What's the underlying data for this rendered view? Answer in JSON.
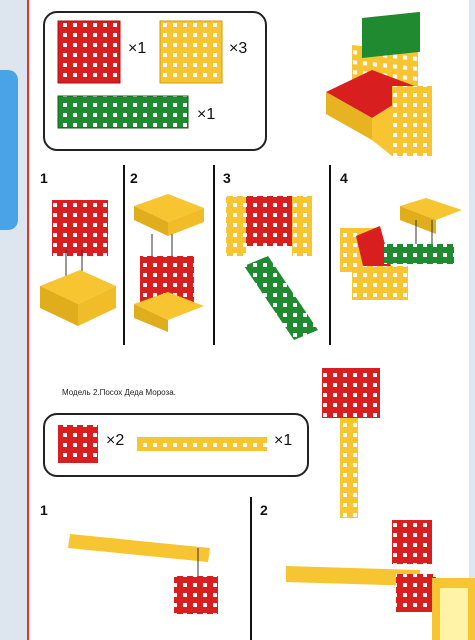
{
  "parts_list_1": {
    "red_qty": "×1",
    "yellow_qty": "×3",
    "green_qty": "×1"
  },
  "steps_1": [
    "1",
    "2",
    "3",
    "4"
  ],
  "model_2": {
    "caption": "Модель 2.Посох Деда Мороза."
  },
  "parts_list_2": {
    "red_qty": "×2",
    "yellow_qty": "×1"
  },
  "steps_2": [
    "1",
    "2"
  ],
  "colors": {
    "red": "#d81e1e",
    "yellow": "#f7c531",
    "green": "#1f8a2f"
  }
}
